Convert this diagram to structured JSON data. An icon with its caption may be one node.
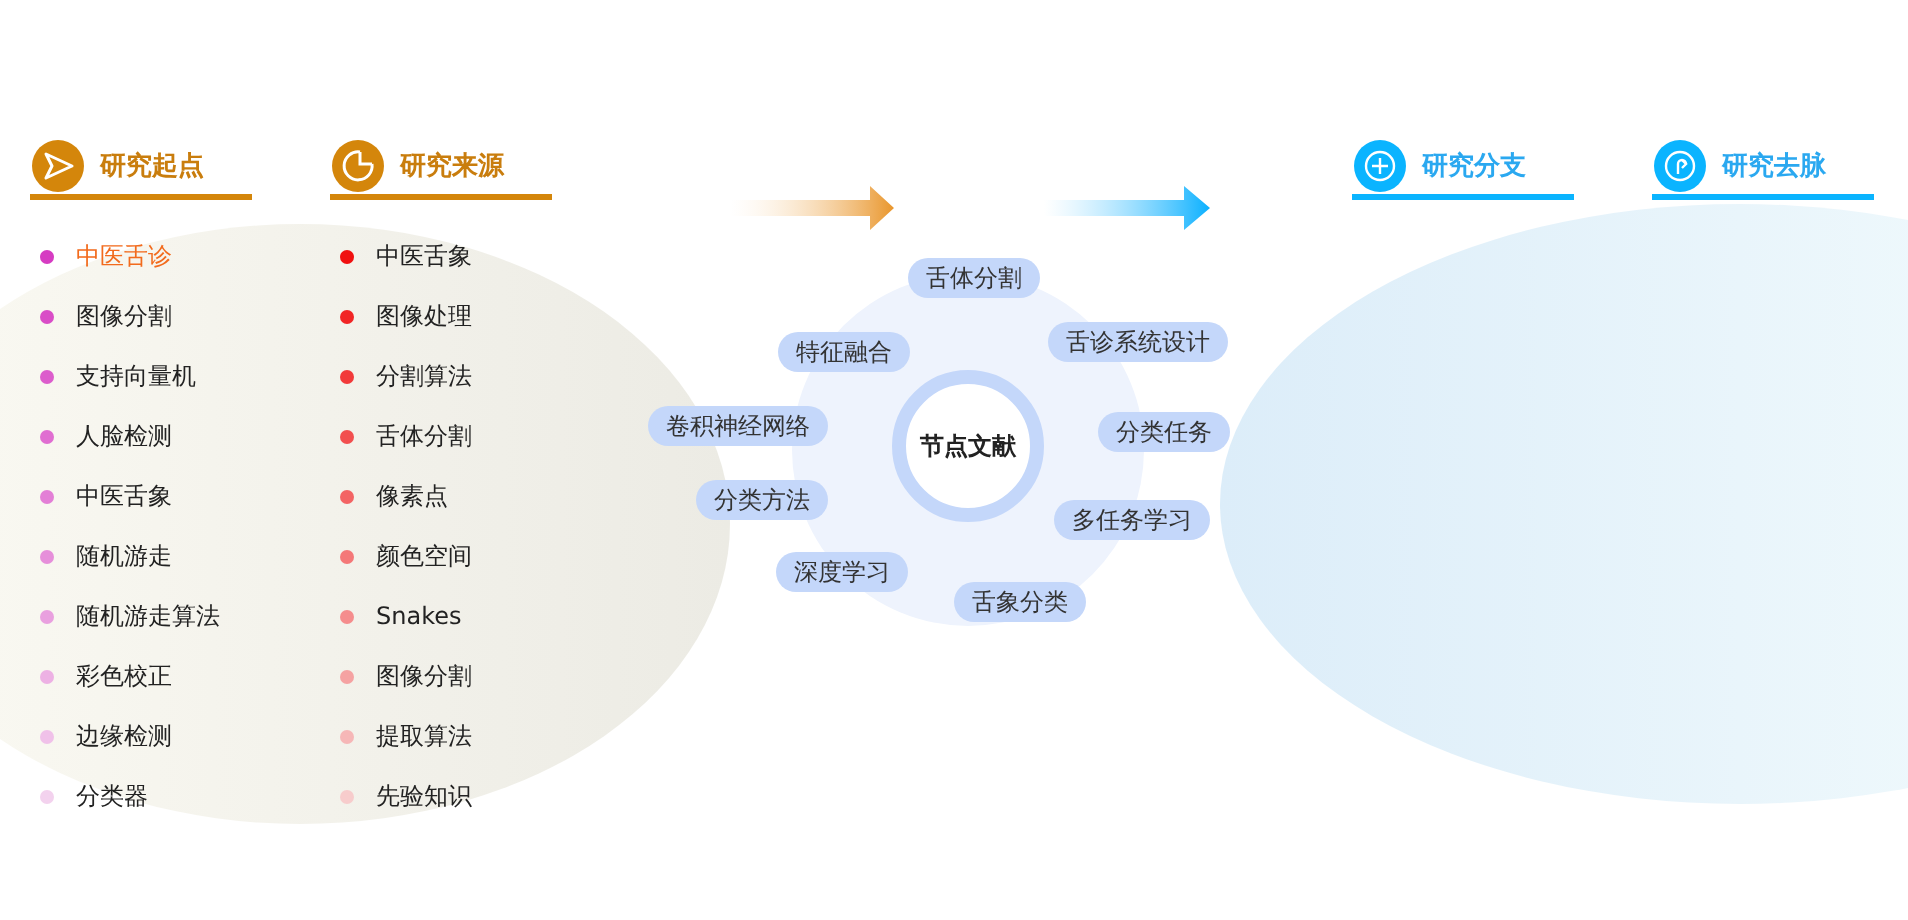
{
  "diagram": {
    "nodes": [
      {
        "text": [
          "节点文献"
        ]
      },
      {
        "text": [
          "舌体分割"
        ]
      },
      {
        "text": [
          "舌诊系统设计"
        ]
      },
      {
        "text": [
          "特征融合"
        ]
      },
      {
        "text": [
          "卷积神经网络"
        ]
      },
      {
        "text": [
          "分类任务"
        ]
      },
      {
        "text": [
          "分类方法"
        ]
      },
      {
        "text": [
          "多任务学习"
        ]
      },
      {
        "text": [
          "深度学习"
        ]
      },
      {
        "text": [
          "舌象分类"
        ]
      }
    ],
    "labels": [
      "研究起点",
      "研究来源",
      "研究分支",
      "研究去脉",
      "中医舌诊",
      "图像分割",
      "支持向量机",
      "人脸检测",
      "中医舌象",
      "随机游走",
      "随机游走算法",
      "彩色校正",
      "边缘检测",
      "分类器",
      "中医舌象",
      "图像处理",
      "分割算法",
      "舌体分割",
      "像素点",
      "颜色空间",
      "Snakes",
      "图像分割",
      "提取算法",
      "先验知识"
    ]
  }
}
